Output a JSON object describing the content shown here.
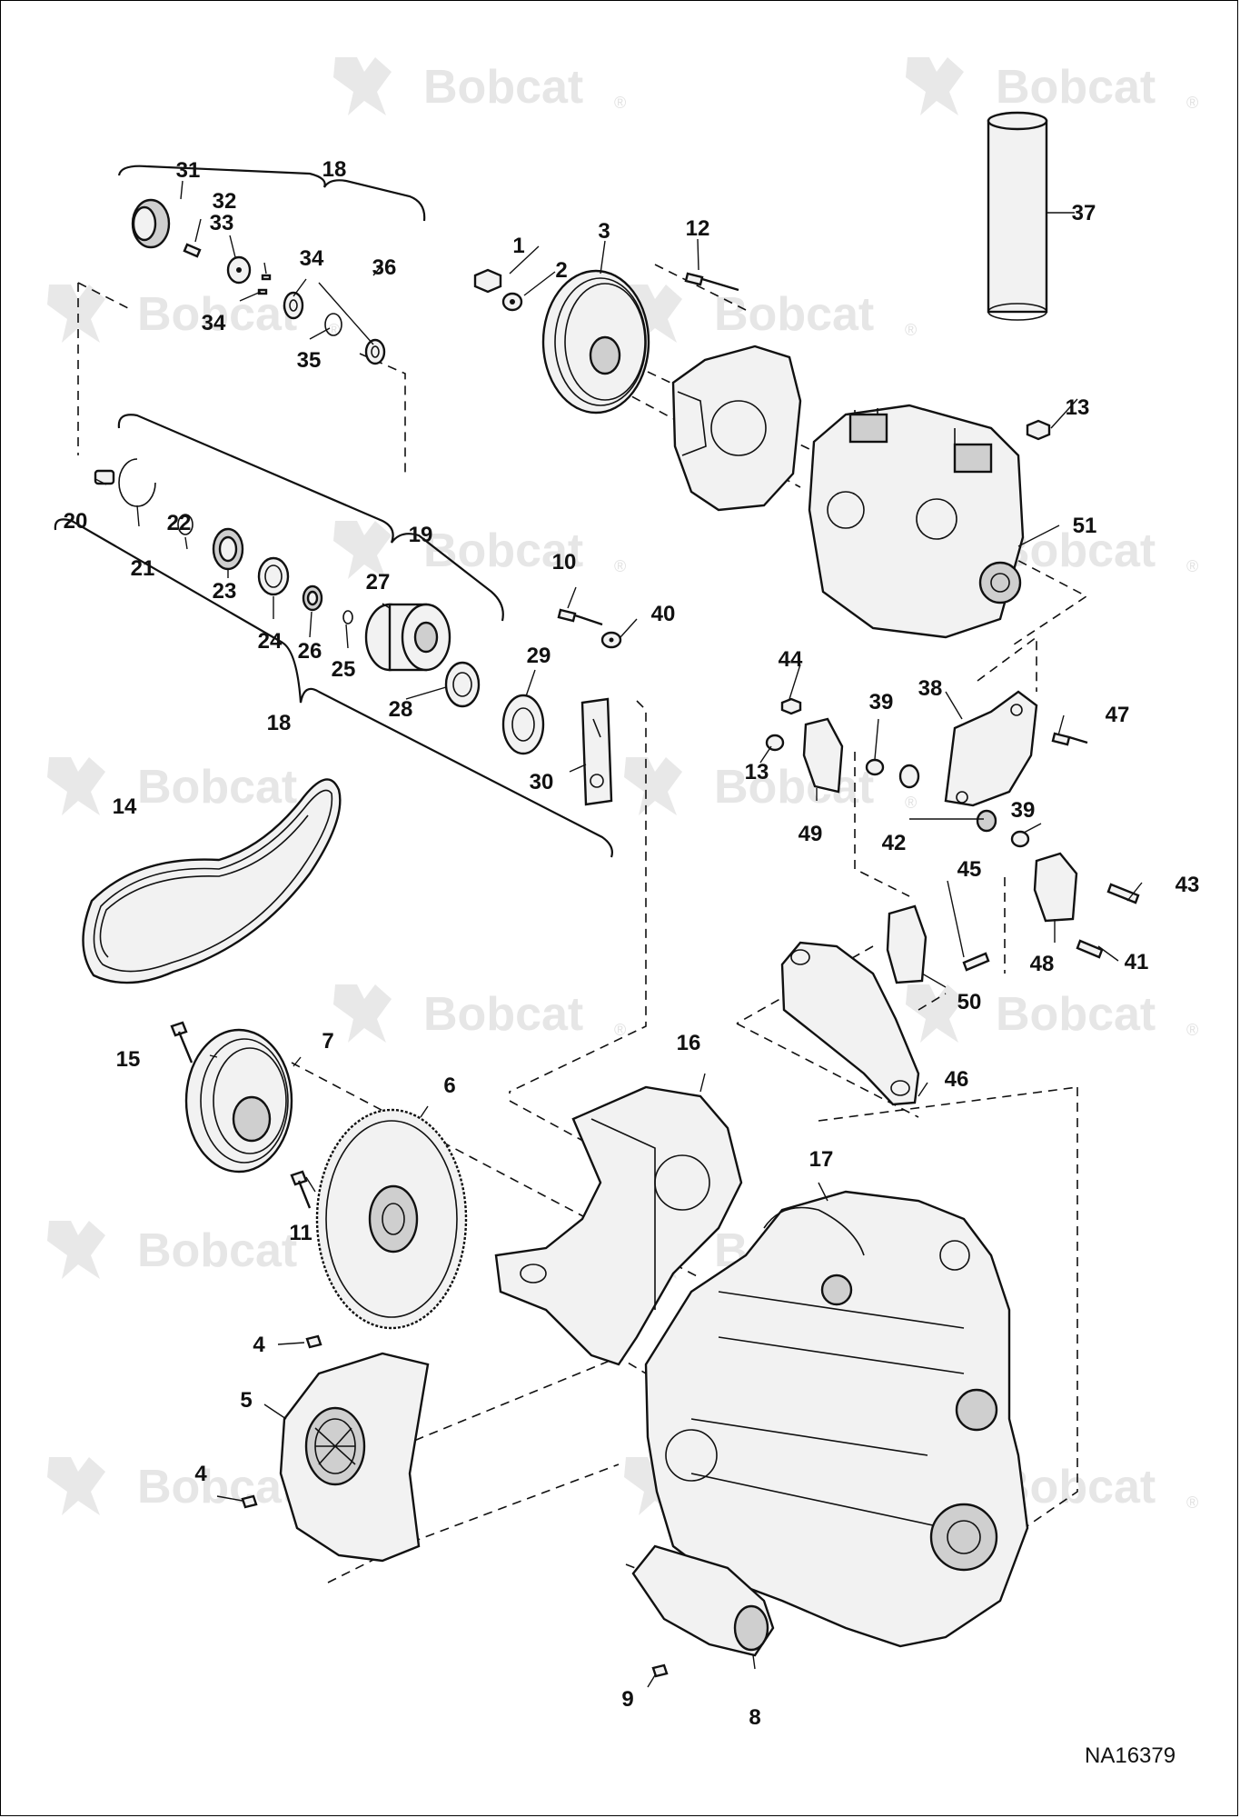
{
  "diagram": {
    "drawing_id": "NA16379",
    "watermark_text": "Bobcat",
    "watermark_mark": "®",
    "watermark_color": "#e6e6e6",
    "line_color": "#111111",
    "callouts": [
      "1",
      "2",
      "3",
      "4",
      "4",
      "5",
      "6",
      "7",
      "8",
      "9",
      "10",
      "11",
      "12",
      "13",
      "13",
      "14",
      "15",
      "16",
      "17",
      "18",
      "18",
      "19",
      "20",
      "21",
      "22",
      "23",
      "24",
      "25",
      "26",
      "27",
      "28",
      "29",
      "30",
      "31",
      "32",
      "33",
      "34",
      "34",
      "35",
      "36",
      "37",
      "38",
      "39",
      "39",
      "40",
      "41",
      "42",
      "43",
      "44",
      "45",
      "46",
      "47",
      "48",
      "49",
      "50",
      "51"
    ]
  }
}
